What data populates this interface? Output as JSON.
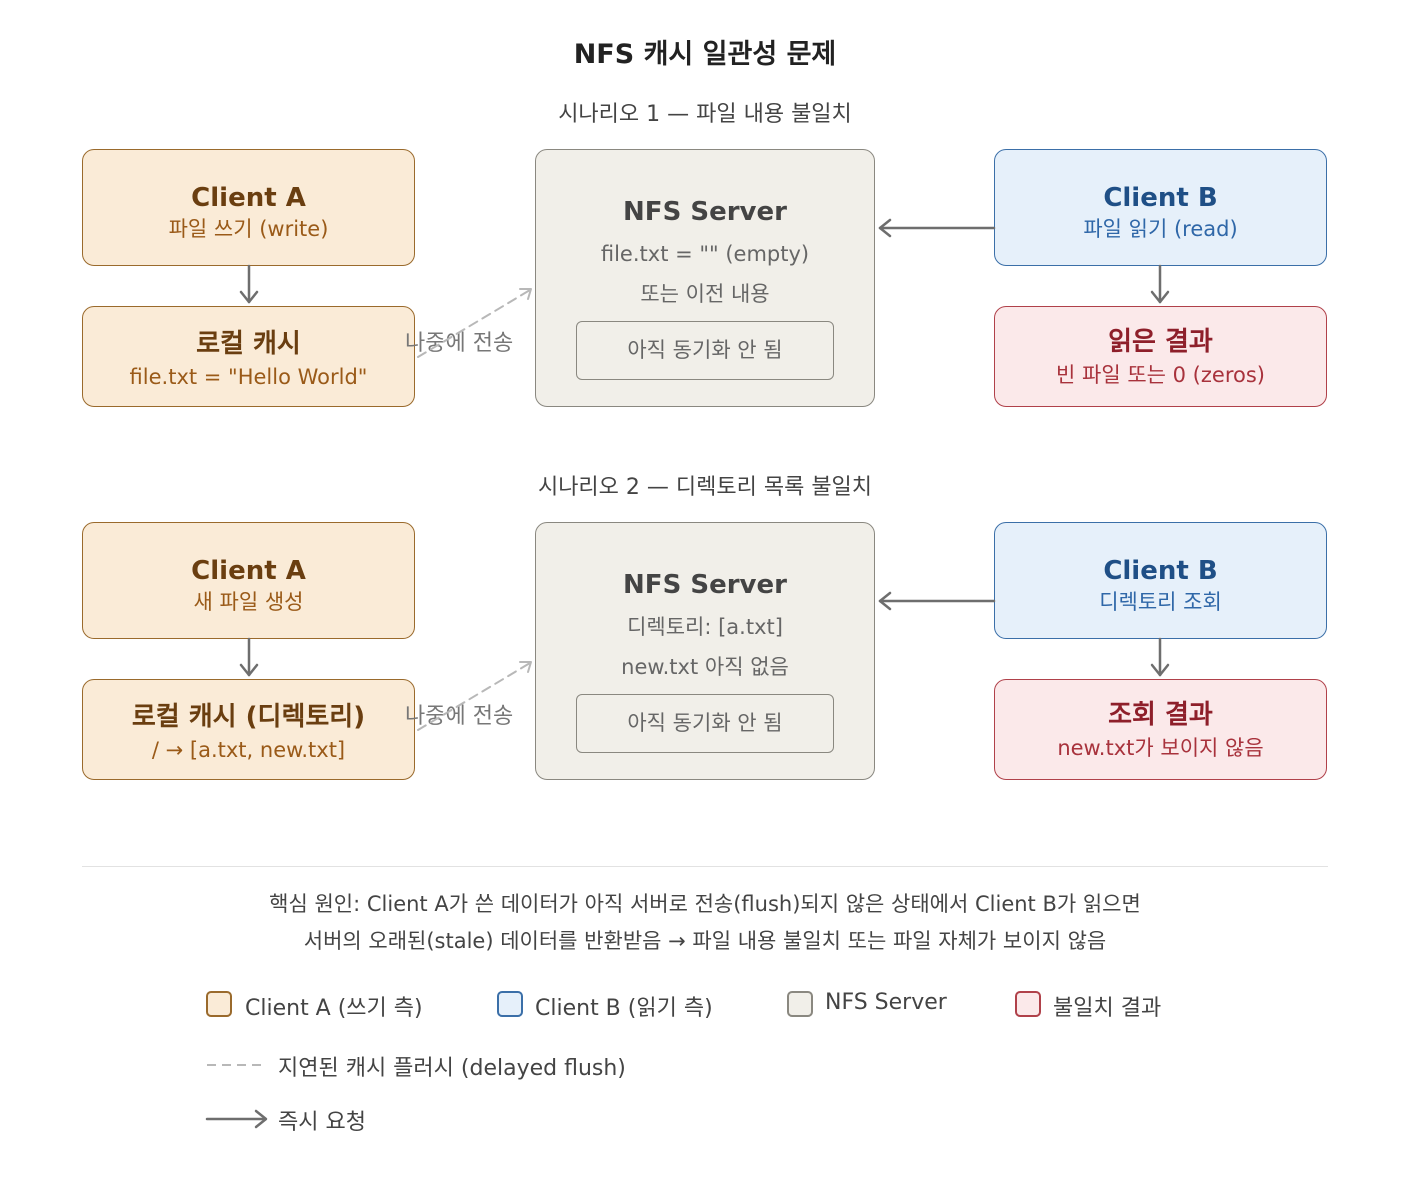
{
  "title": "NFS 캐시 일관성 문제",
  "scenarios": [
    {
      "heading": "시나리오 1 — 파일 내용 불일치",
      "client_a": {
        "title": "Client A",
        "sub": "파일 쓰기 (write)"
      },
      "cache": {
        "title": "로컬 캐시",
        "sub": "file.txt = \"Hello World\""
      },
      "server": {
        "title": "NFS Server",
        "line1": "file.txt = \"\" (empty)",
        "line2": "또는 이전 내용",
        "sync": "아직 동기화 안 됨"
      },
      "client_b": {
        "title": "Client B",
        "sub": "파일 읽기 (read)"
      },
      "result": {
        "title": "읽은 결과",
        "sub": "빈 파일 또는 0 (zeros)"
      },
      "delayed_label": "나중에 전송"
    },
    {
      "heading": "시나리오 2 — 디렉토리 목록 불일치",
      "client_a": {
        "title": "Client A",
        "sub": "새 파일 생성"
      },
      "cache": {
        "title": "로컬 캐시 (디렉토리)",
        "sub": "/ → [a.txt, new.txt]"
      },
      "server": {
        "title": "NFS Server",
        "line1": "디렉토리: [a.txt]",
        "line2": "new.txt 아직 없음",
        "sync": "아직 동기화 안 됨"
      },
      "client_b": {
        "title": "Client B",
        "sub": "디렉토리 조회"
      },
      "result": {
        "title": "조회 결과",
        "sub": "new.txt가 보이지 않음"
      },
      "delayed_label": "나중에 전송"
    }
  ],
  "note": {
    "line1": "핵심 원인: Client A가 쓴 데이터가 아직 서버로 전송(flush)되지 않은 상태에서 Client B가 읽으면",
    "line2": "서버의 오래된(stale) 데이터를 반환받음 → 파일 내용 불일치 또는 파일 자체가 보이지 않음"
  },
  "legend": {
    "client_a": "Client A (쓰기 측)",
    "client_b": "Client B (읽기 측)",
    "server": "NFS Server",
    "mismatch": "불일치 결과",
    "delayed": "지연된 캐시 플러시 (delayed flush)",
    "immediate": "즉시 요청"
  },
  "colors": {
    "client_a_fill": "#faebd7",
    "client_a_stroke": "#9a6a2c",
    "client_b_fill": "#e6f0fa",
    "client_b_stroke": "#3b6fa8",
    "server_fill": "#f1efe9",
    "server_stroke": "#8a8880",
    "mismatch_fill": "#fbe9ea",
    "mismatch_stroke": "#b0414a",
    "arrow": "#6e6e6e",
    "dashed": "#b8b8b8"
  }
}
